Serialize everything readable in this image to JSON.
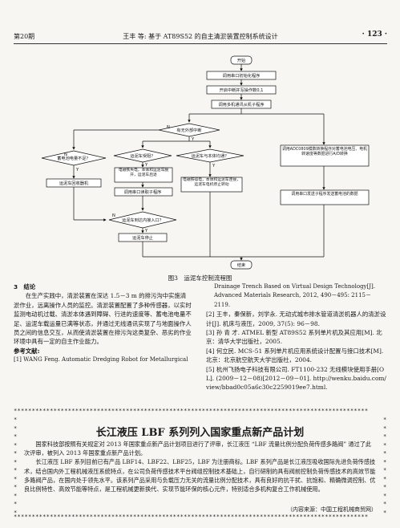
{
  "header": {
    "issue": "第20期",
    "title": "王丰 等: 基于 AT89S52 的自主清淤装置控制系统设计",
    "page": "· 123 ·"
  },
  "flowchart": {
    "start": "开始",
    "init": "调用串口初始化程序",
    "interrupts": "开启中断并写操作数0,1",
    "multitask": "调用多机通讯从机子程序",
    "detect_obstacle": "有无外部中断",
    "cart_obstacle": "运泥车受阻？",
    "battery_low": "蓄电池电量不足？",
    "return_cart": "运泥车回收器机",
    "charge_cart": "电磁铁失电，本体和运泥车脱开，运泥车后退",
    "call_serial": "调用串口读取子程序",
    "cart_body": "运泥车与本体均通？",
    "rejoin": "电磁铁得电，本体和运泥车连接，运泥车电机停止转动",
    "at_entrance": "运泥车到达内接入口？",
    "cart_stop": "运泥车停止",
    "adc": "调用ADC0809模数转换程序对蓄电池电压、电机转速度等数据进行A/D转换",
    "serial_send": "调用串口发送子程序发送蓄电池的数据",
    "end": "结束",
    "yes": "Y",
    "no": "N"
  },
  "caption": "图3　运泥车控制流程图",
  "left_col": {
    "heading": "3　结论",
    "para": "在生产实践中，清淤装置在深达 1.5－3 m 的排污沟中实施清淤作业，远离操作人员的监控。清淤装置配置了多种传感器，以实时监测电动机过载、清淤本体遇到障碍、行进的速度等、蓄电池电量不足、运泥车载运量已满等状态，并通过无线通讯实现了与地面操作人员之间的信息交互，从而使清淤装置在排污沟这类复杂、恶劣的作业环境中具有一定的自主作业能力。",
    "refs_heading": "参考文献:",
    "ref1": "[1] WANG Feng. Automatic Dredging Robot for Metallurgical"
  },
  "right_col": {
    "ref1_cont": "Drainage Trench Based on Virtual Design Technology[J]. Advanced Materials Research, 2012, 490－495: 2115－2119.",
    "ref2": "[2] 王丰，秦保新，刘学永. 无动式城市排水管道清淤机器人的清淤设计[J]. 机床与液压，2009, 37(5): 96－98.",
    "ref3": "[3] 孙 青 才. ATMEL 新型 AT89S52 系列单片机及其应用[M]. 北京：清华大学出版社，2005.",
    "ref4": "[4] 何立民. MCS-51 系列单片机应用系统设计配置与接口技术[M]. 北京：北京航空航天大学出版社，2004.",
    "ref5": "[5] 杭州飞扬电子科技有限公司. FT1100-232 无线模块使用手册[OL]. (2009－12－08)[2012－09－01]. http://wenku.baidu.com/view/bbad0c05a6c30c2259019ee7.html."
  },
  "box": {
    "title": "长江液压 LBF 系列列入国家重点新产品计划",
    "p1": "国家科技部按照有关规定对 2013 年国家重点新产品计划项目进行了评审，长江液压 “LBF 流量比例分配负荷传感多路阀” 通过了此次评审，被列入 2013 年国家重点新产品计划。",
    "p2": "长江液压 LBF 系列目前已有产品 LBF14、LBF22、LBF25，LBF 为注册商标。LBF 系列产品是长江液压吸收国际先进负荷传感技术，结合国内外工程机械液压系统特点，在公司负荷传感技术平台阀组控制技术基础上，自行研制的具有阀前控制负荷传感技术的高效节能多路阀产品，在国内处于领先水平。该系列产品采用与负载压力无关的流量比例分配技术，具有良好的抗干扰、抗饱和、精确微调控制、优良比例特性、高效节能等特点，是工程机械更新换代、实现节能环保的核心元件，特别适合多机构复合工作机械使用。",
    "source": "（内容来源：中国工程机械商贸网）"
  }
}
